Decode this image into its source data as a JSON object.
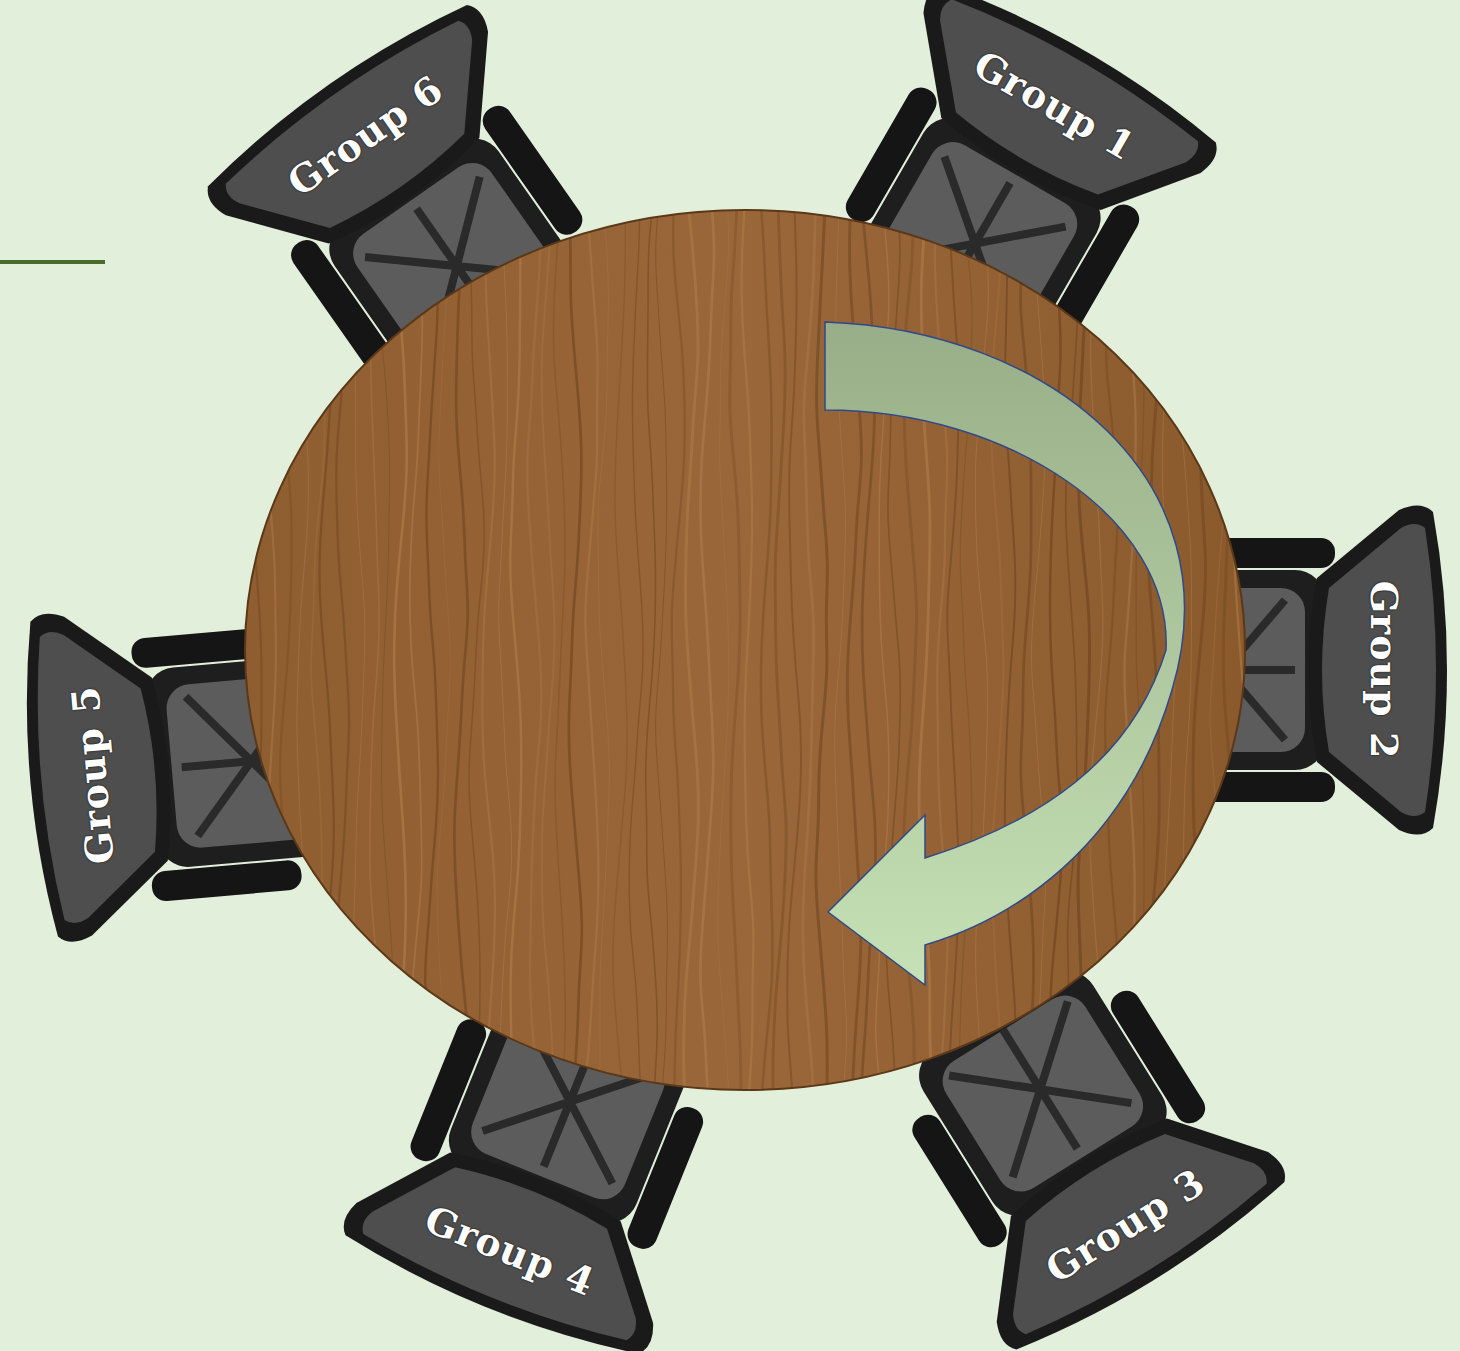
{
  "diagram": {
    "nodes": [
      {
        "text": [
          "Group 1"
        ]
      },
      {
        "text": [
          "Group 2"
        ]
      },
      {
        "text": [
          "Group 3"
        ]
      },
      {
        "text": [
          "Group 4"
        ]
      },
      {
        "text": [
          "Group 5"
        ]
      },
      {
        "text": [
          "Group 6"
        ]
      }
    ]
  }
}
